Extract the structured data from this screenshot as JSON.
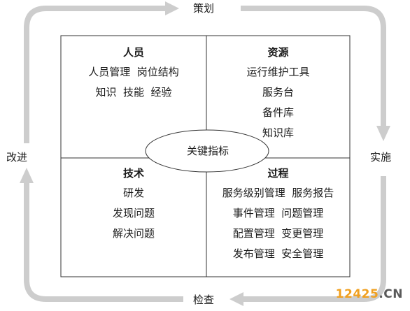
{
  "cycle": {
    "top": "策划",
    "right": "实施",
    "bottom": "检查",
    "left": "改进"
  },
  "center": "关键指标",
  "quadrants": {
    "people": {
      "title": "人员",
      "lines": [
        "人员管理  岗位结构",
        "知识  技能  经验"
      ]
    },
    "resources": {
      "title": "资源",
      "lines": [
        "运行维护工具",
        "服务台",
        "备件库",
        "知识库"
      ]
    },
    "technology": {
      "title": "技术",
      "lines": [
        "研发",
        "发现问题",
        "解决问题"
      ]
    },
    "process": {
      "title": "过程",
      "lines": [
        "服务级别管理  服务报告",
        "事件管理  问题管理",
        "配置管理  变更管理",
        "发布管理  安全管理"
      ]
    }
  },
  "watermark": {
    "number": "12425",
    "domain": ".CN"
  },
  "colors": {
    "arrow": "#cdcdcd",
    "border": "#333333",
    "watermark_number": "#f0a020",
    "watermark_domain": "#5a5a5a"
  }
}
